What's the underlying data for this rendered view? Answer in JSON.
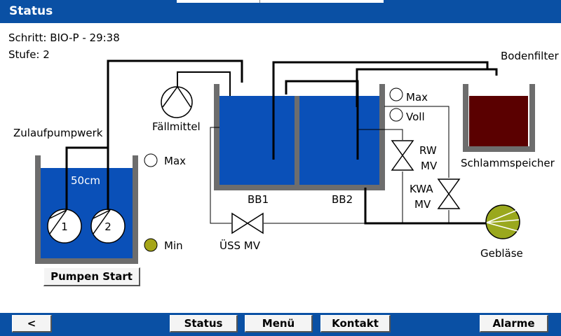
{
  "header": {
    "title": "Status"
  },
  "info": {
    "step": "Schritt: BIO-P - 29:38",
    "stage": "Stufe: 2"
  },
  "labels": {
    "zulaufpumpwerk": "Zulaufpumpwerk",
    "level": "50cm",
    "pump1": "1",
    "pump2": "2",
    "max_left": "Max",
    "min_left": "Min",
    "faellmittel": "Fällmittel",
    "bb1": "BB1",
    "bb2": "BB2",
    "max_right": "Max",
    "voll": "Voll",
    "rw_1": "RW",
    "rw_2": "MV",
    "kwa_1": "KWA",
    "kwa_2": "MV",
    "uess_mv": "ÜSS MV",
    "geblaese": "Gebläse",
    "bodenfilter": "Bodenfilter",
    "schlammspeicher": "Schlammspeicher"
  },
  "buttons": {
    "pumpen_start": "Pumpen Start"
  },
  "nav": {
    "back": "<",
    "status": "Status",
    "menu": "Menü",
    "kontakt": "Kontakt",
    "alarme": "Alarme"
  },
  "colors": {
    "bar": "#0a50a4",
    "water": "#0a50b8",
    "tank_wall": "#6d6d6d",
    "sludge": "#5a0000",
    "indicator_active": "#a5a518",
    "blower": "#9aa81e"
  }
}
